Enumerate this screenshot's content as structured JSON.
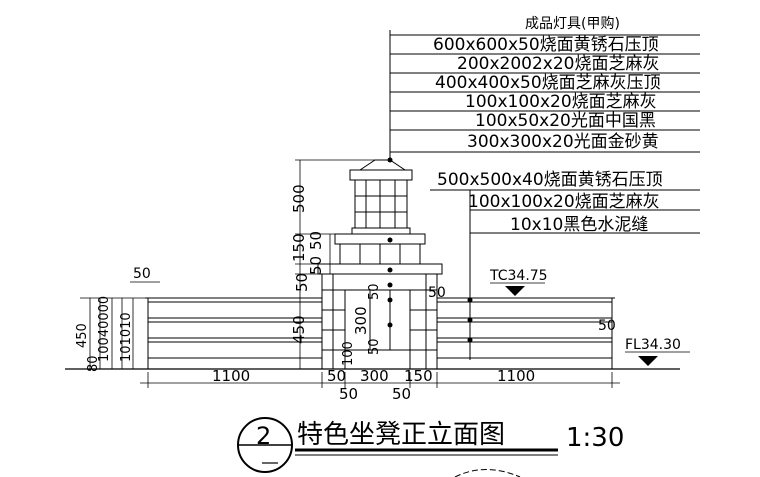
{
  "callouts_top": [
    "成品灯具(甲购)",
    "600x600x50烧面黄锈石压顶",
    "200x2002x20烧面芝麻灰",
    "400x400x50烧面芝麻灰压顶",
    "100x100x20烧面芝麻灰",
    "100x50x20光面中国黑",
    "300x300x20光面金砂黄"
  ],
  "callouts_mid": [
    "500x500x40烧面黄锈石压顶",
    "100x100x20烧面芝麻灰",
    "10x10黑色水泥缝"
  ],
  "elevations": {
    "tc": "TC34.75",
    "fl": "FL34.30"
  },
  "dimensions": {
    "v_500": "500",
    "v_150": "150",
    "v_50a": "50",
    "v_50b": "50",
    "v_450": "450",
    "left_50": "50",
    "left_450": "450",
    "left_80": "80",
    "left_stack": "10040000",
    "left_stack2": "101010",
    "center_300": "300",
    "center_50": "50",
    "center_100": "100",
    "right_50_top": "50",
    "right_50": "50",
    "bottom_1100_left": "1100",
    "bottom_50a": "50",
    "bottom_300": "300",
    "bottom_150": "150",
    "bottom_1100_right": "1100",
    "below_50a": "50",
    "below_50b": "50"
  },
  "title": {
    "number": "2",
    "text": "特色坐凳正立面图",
    "scale": "1:30"
  }
}
